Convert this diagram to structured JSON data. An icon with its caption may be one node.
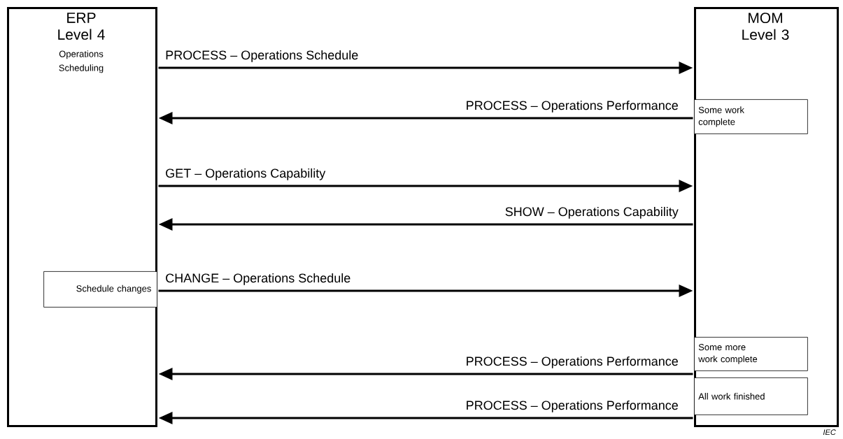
{
  "diagram": {
    "nodes": [
      {
        "text": [
          "ERP Level 4",
          "Operations Scheduling"
        ]
      },
      {
        "text": [
          "MOM Level 3"
        ]
      },
      {
        "text": [
          "Some work complete"
        ],
        "in": 1
      },
      {
        "text": [
          "Schedule changes"
        ],
        "in": 0
      },
      {
        "text": [
          "Some more work complete"
        ],
        "in": 1
      },
      {
        "text": [
          "All work finished"
        ],
        "in": 1
      }
    ],
    "edges": [
      {
        "from": 0,
        "to": 1,
        "arrow": "to",
        "label": "PROCESS – Operations Schedule"
      },
      {
        "from": 1,
        "to": 0,
        "arrow": "to",
        "label": "PROCESS – Operations Performance"
      },
      {
        "from": 0,
        "to": 1,
        "arrow": "to",
        "label": "GET – Operations Capability"
      },
      {
        "from": 1,
        "to": 0,
        "arrow": "to",
        "label": "SHOW – Operations Capability"
      },
      {
        "from": 0,
        "to": 1,
        "arrow": "to",
        "label": "CHANGE – Operations Schedule"
      },
      {
        "from": 1,
        "to": 0,
        "arrow": "to",
        "label": "PROCESS – Operations Performance"
      },
      {
        "from": 1,
        "to": 0,
        "arrow": "to",
        "label": "PROCESS – Operations Performance"
      }
    ],
    "labels": [
      "IEC"
    ]
  }
}
